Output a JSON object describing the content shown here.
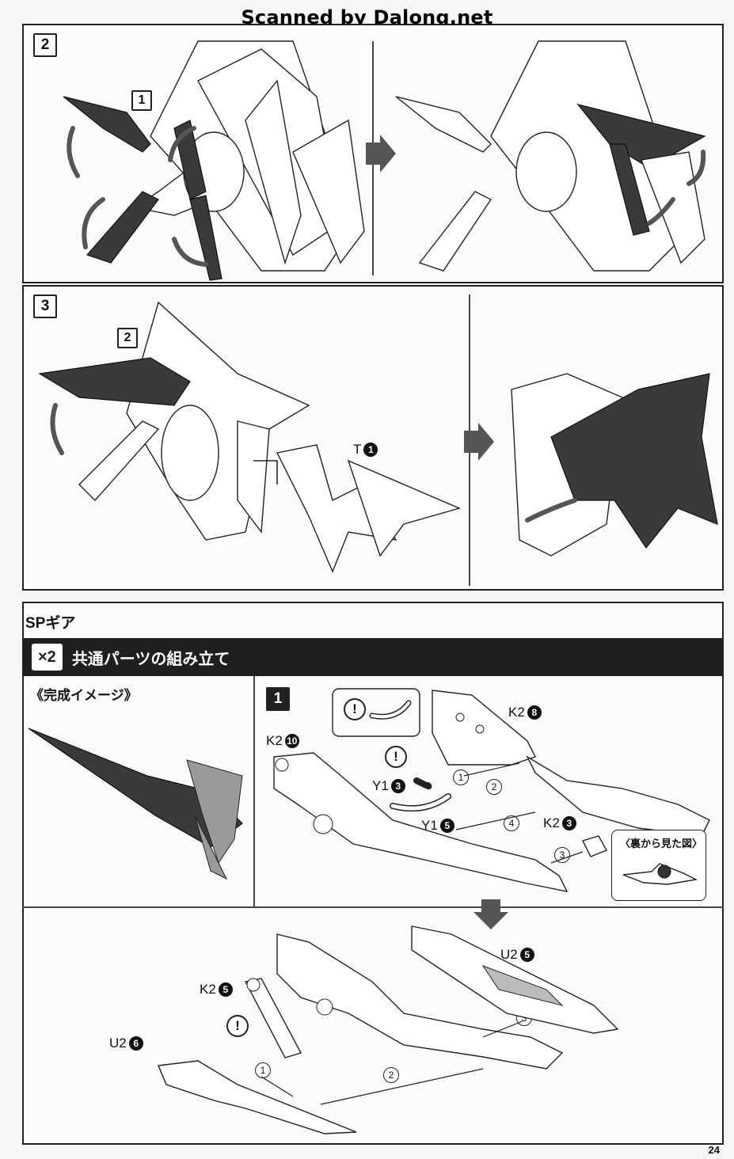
{
  "watermark": "Scanned by Dalong.net",
  "steps": {
    "step2": {
      "number": "2",
      "sub_ref": "1"
    },
    "step3": {
      "number": "3",
      "sub_ref": "2",
      "part": "T",
      "part_num": "1"
    }
  },
  "sp_gear": {
    "section_title": "SPギア",
    "multiplier": "×2",
    "subtitle": "共通パーツの組み立て",
    "image_caption": "《完成イメージ》",
    "step1": {
      "number": "1",
      "parts": [
        {
          "code": "K2",
          "num": "8"
        },
        {
          "code": "K2",
          "num": "10"
        },
        {
          "code": "Y1",
          "num": "3"
        },
        {
          "code": "Y1",
          "num": "5"
        },
        {
          "code": "K2",
          "num": "3"
        }
      ],
      "order_marks": [
        "1",
        "2",
        "3",
        "4"
      ],
      "back_view_caption": "〈裏から見た図〉",
      "warning_glyph": "!"
    },
    "step1b": {
      "parts": [
        {
          "code": "U2",
          "num": "5"
        },
        {
          "code": "K2",
          "num": "5"
        },
        {
          "code": "U2",
          "num": "6"
        }
      ],
      "order_marks": [
        "1",
        "2",
        "3"
      ]
    }
  },
  "page_number": "24",
  "colors": {
    "panel_border": "#222222",
    "band": "#1f1f1f",
    "part_dark": "#3a3a3a"
  }
}
